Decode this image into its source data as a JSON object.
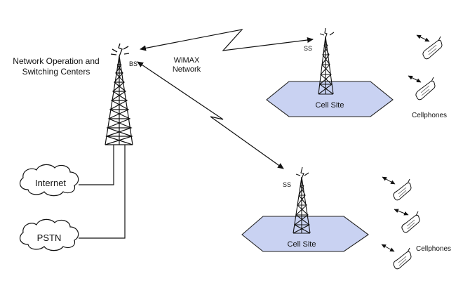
{
  "labels": {
    "noc_line1": "Network Operation and",
    "noc_line2": "Switching Centers",
    "bs": "BS",
    "wimax_line1": "WiMAX",
    "wimax_line2": "Network",
    "ss_top": "SS",
    "ss_bottom": "SS",
    "cellsite_top": "Cell Site",
    "cellsite_bottom": "Cell Site",
    "cellphones_top": "Cellphones",
    "cellphones_bottom": "Cellphones",
    "internet": "Internet",
    "pstn": "PSTN"
  },
  "colors": {
    "line": "#111111",
    "cell_site_fill": "#c9d2f2",
    "cell_site_stroke": "#222222"
  },
  "icons": [
    "tower-icon",
    "antenna-icon",
    "cloud-icon",
    "cellphone-icon",
    "lightning-arrow-icon"
  ]
}
